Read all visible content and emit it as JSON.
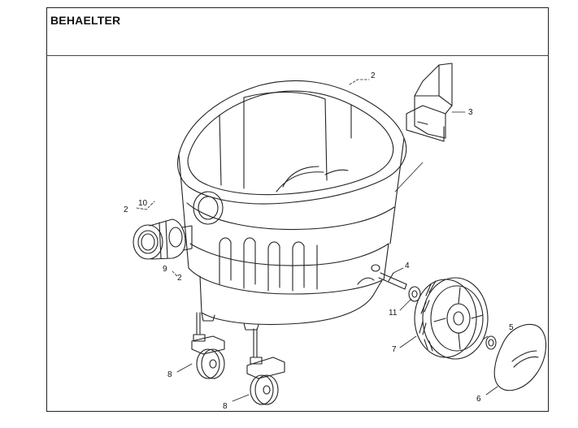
{
  "page": {
    "title": "BEHAELTER"
  },
  "callouts": {
    "c2_top": "2",
    "c3": "3",
    "c2_left": "2",
    "c10": "10",
    "c9": "9",
    "c2_bottom": "2",
    "c4": "4",
    "c11": "11",
    "c5": "5",
    "c7": "7",
    "c6": "6",
    "c8_left": "8",
    "c8_bottom": "8"
  }
}
